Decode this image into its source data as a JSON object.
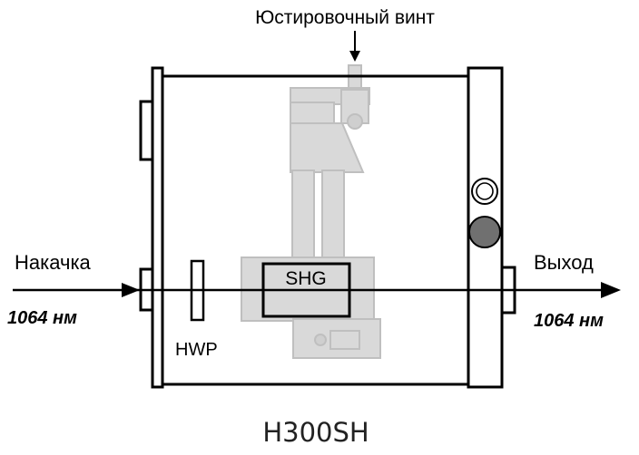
{
  "labels": {
    "adjust_screw": "Юстировочный винт",
    "pump": "Накачка",
    "pump_wavelength": "1064 нм",
    "output": "Выход",
    "output_wavelength": "1064 нм",
    "hwp": "HWP",
    "shg": "SHG",
    "model": "H300SH"
  },
  "colors": {
    "outline": "#000000",
    "mount_fill": "#d9d9d9",
    "mount_stroke": "#bfbfbf",
    "indicator_dark": "#707070"
  }
}
